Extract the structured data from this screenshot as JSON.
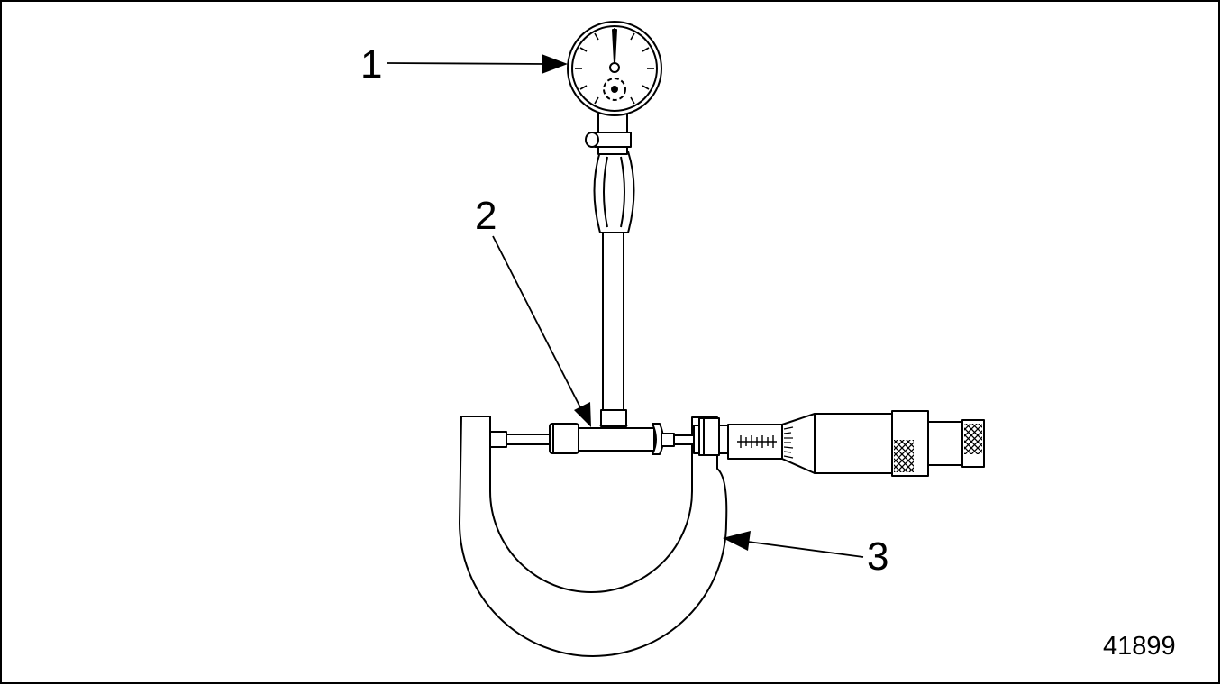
{
  "figure": {
    "id": "41899",
    "callouts": [
      {
        "number": "1",
        "part": "dial-indicator"
      },
      {
        "number": "2",
        "part": "bore-gauge-contact"
      },
      {
        "number": "3",
        "part": "outside-micrometer"
      }
    ]
  },
  "colors": {
    "line": "#000000",
    "background": "#ffffff"
  }
}
